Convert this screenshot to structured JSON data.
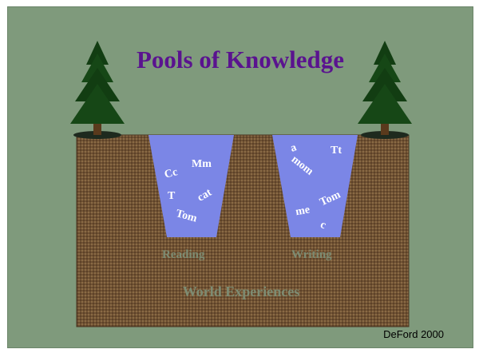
{
  "slide": {
    "title": "Pools of Knowledge",
    "credit": "DeFord 2000"
  },
  "ground": {
    "label": "World Experiences"
  },
  "pools": [
    {
      "label": "Reading",
      "words": [
        "Cc",
        "Mm",
        "T",
        "cat",
        "Tom"
      ]
    },
    {
      "label": "Writing",
      "words": [
        "a",
        "Tt",
        "mom",
        "Tom",
        "me",
        "c"
      ]
    }
  ],
  "colors": {
    "background": "#7f9a7c",
    "title": "#5a138f",
    "soil": "#7a5a3a",
    "pool": "#7b86e6",
    "tree": "#123d12",
    "trunk": "#5a3a1c"
  },
  "icons": [
    "pine-tree-icon",
    "pine-tree-icon"
  ]
}
